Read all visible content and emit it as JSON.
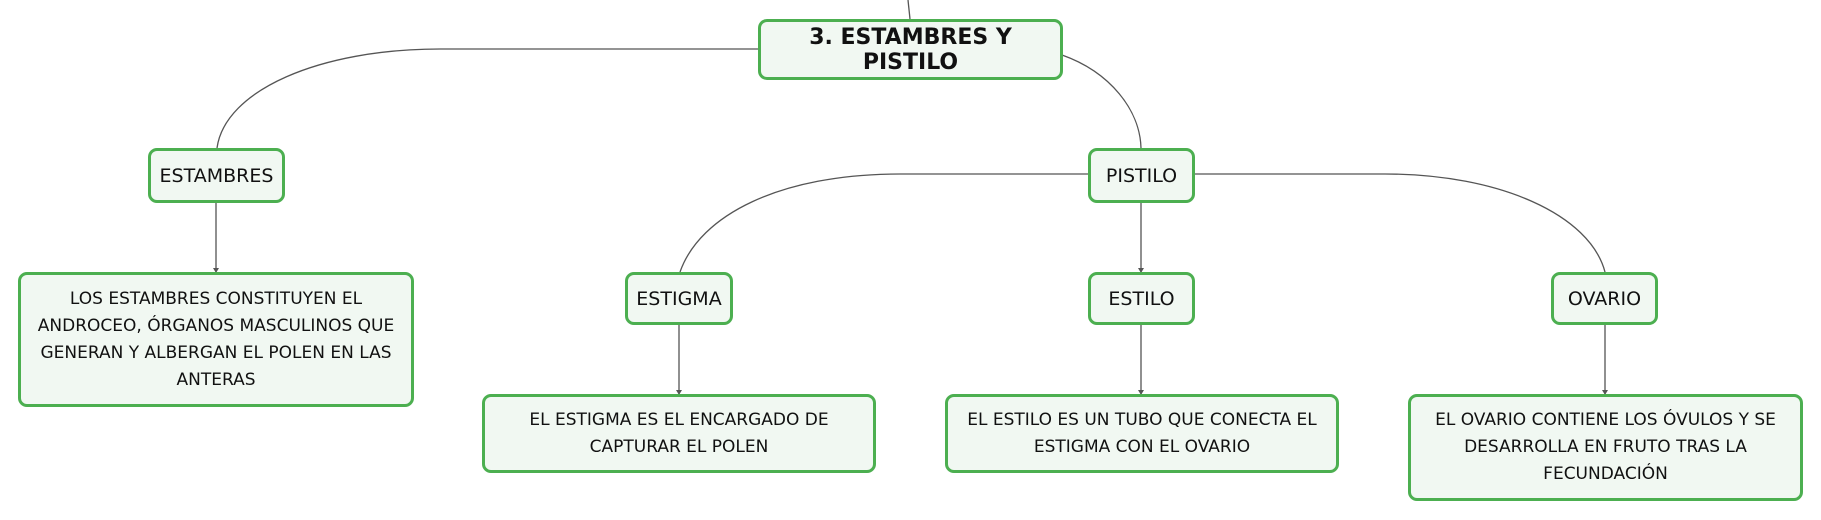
{
  "diagram": {
    "root": {
      "label": "3. ESTAMBRES Y PISTILO"
    },
    "estambres": {
      "label": "ESTAMBRES",
      "description": "LOS ESTAMBRES CONSTITUYEN EL ANDROCEO, ÓRGANOS MASCULINOS QUE GENERAN Y ALBERGAN EL POLEN EN LAS ANTERAS"
    },
    "pistilo": {
      "label": "PISTILO",
      "children": [
        {
          "label": "ESTIGMA",
          "description": "EL ESTIGMA ES EL ENCARGADO DE CAPTURAR EL POLEN"
        },
        {
          "label": "ESTILO",
          "description": "EL ESTILO ES UN TUBO QUE CONECTA EL ESTIGMA CON EL OVARIO"
        },
        {
          "label": "OVARIO",
          "description": "EL OVARIO CONTIENE LOS ÓVULOS Y SE DESARROLLA EN FRUTO TRAS LA FECUNDACIÓN"
        }
      ]
    }
  },
  "colors": {
    "node_border": "#4caf50",
    "node_fill": "#f1f8f2",
    "connector": "#555555",
    "text": "#111111"
  }
}
